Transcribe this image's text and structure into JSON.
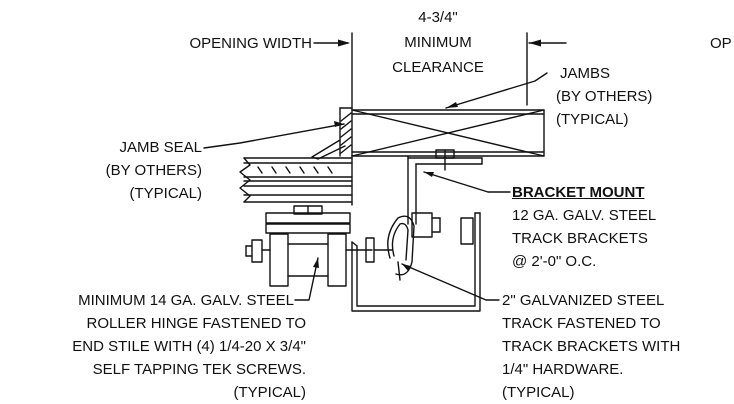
{
  "colors": {
    "ink": "#111111",
    "background": "#ffffff"
  },
  "labels": {
    "opening_width_left": "OPENING WIDTH",
    "opening_width_right_partial": "OP",
    "clearance": {
      "line1": "4-3/4\"",
      "line2": "MINIMUM",
      "line3": "CLEARANCE"
    },
    "jambs": {
      "line1": "JAMBS",
      "line2": "(BY OTHERS)",
      "line3": "(TYPICAL)"
    },
    "jamb_seal": {
      "line1": "JAMB SEAL",
      "line2": "(BY OTHERS)",
      "line3": "(TYPICAL)"
    },
    "bracket_mount": {
      "title": "BRACKET MOUNT",
      "line1": "12 GA. GALV. STEEL",
      "line2": "TRACK BRACKETS",
      "line3": "@ 2'-0\" O.C."
    },
    "roller_hinge": {
      "line1": "MINIMUM 14 GA. GALV. STEEL",
      "line2": "ROLLER HINGE FASTENED TO",
      "line3": "END STILE WITH (4) 1/4-20 X 3/4\"",
      "line4": "SELF TAPPING TEK SCREWS.",
      "line5": "(TYPICAL)"
    },
    "track": {
      "line1": "2\" GALVANIZED STEEL",
      "line2": "TRACK FASTENED TO",
      "line3": "TRACK BRACKETS WITH",
      "line4": "1/4\" HARDWARE.",
      "line5": "(TYPICAL)"
    }
  }
}
